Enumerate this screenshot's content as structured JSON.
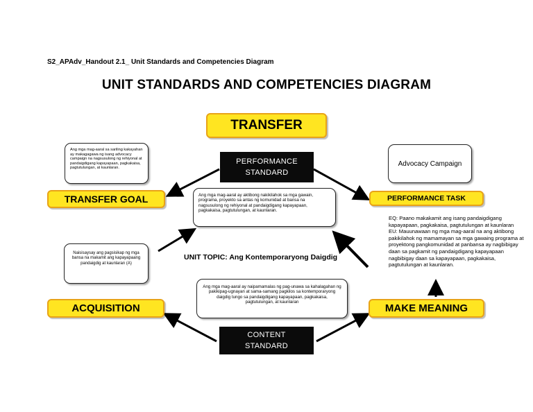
{
  "header": {
    "doc_title": "S2_APAdv_Handout 2.1_ Unit Standards and Competencies Diagram"
  },
  "diagram": {
    "title": "UNIT STANDARDS AND COMPETENCIES DIAGRAM",
    "transfer": "TRANSFER",
    "performance_standard": "PERFORMANCE\nSTANDARD",
    "performance_standard_text": "Ang mga mag-aaral ay aktibong nakikilahok sa mga gawain, programa, proyekto sa antas ng komunidad at bansa na nagsusulong ng rehiyonal at pandaigdigang kapayapaan, pagkakaisa, pagtutulungan, at kaunlaran.",
    "transfer_goal": "TRANSFER GOAL",
    "transfer_goal_text": "Ang mga mag-aaral sa sariling kakayahan ay makagagawa ng isang advocacy campaign na nagsusulong ng rehiyonal at pandaigdigang kapayapaan, pagkakaisa, pagtutulungan, at kaunlaran.",
    "performance_task": "PERFORMANCE TASK",
    "performance_task_text": "Advocacy Campaign",
    "eq_text": "EQ: Paano makakamit ang isang pandaigdigang kapayapaan, pagkakaisa, pagtutulungan at kaunlaran",
    "eu_text": "EU: Mauunawaan ng mga mag-aaral na ang aktibong pakikilahok ng mamamayan sa mga gawaing programa at proyektong pangkomunidad at panbansa ay nagbibigay daan sa pagkamit ng pandaigdigang kapayapaan nagbibigay daan sa kapayapaan, pagkakaisa, pagtutulungan at kaunlaran.",
    "unit_topic": "UNIT TOPIC: Ang Kontemporaryong Daigdig",
    "acquisition": "ACQUISITION",
    "acquisition_text": "Naisisaysay ang pagsisikap ng mga bansa na makamit ang kapayapaang pandaigdig at kaunlaran (A)",
    "make_meaning": "MAKE MEANING",
    "content_standard": "CONTENT\nSTANDARD",
    "content_standard_text": "Ang mga mag-aaral ay naipamamalas ng pag-unawa sa kahalagahan ng pakikipag-ugnayan at sama-samang pagkilos sa kontemporaryong daigdig tungo sa pandaigdigang kapayapaan, pagkakaisa, pagtutulungan, at kaunlaran"
  },
  "colors": {
    "box_fill": "#ffe521",
    "box_border": "#e8a317",
    "dark_fill": "#0b0b0b"
  }
}
